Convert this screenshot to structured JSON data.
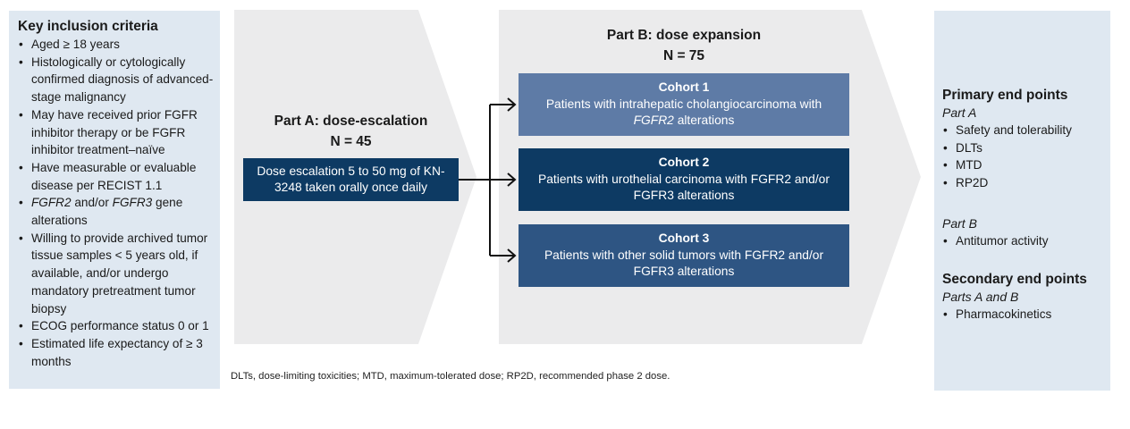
{
  "colors": {
    "panel_bg": "#dfe8f1",
    "chevron_bg": "#ebebec",
    "navy": "#0d3a63",
    "cohort1_bg": "#5e7ba6",
    "cohort3_bg": "#2e5583",
    "text": "#1a1a1a",
    "box_text": "#ffffff",
    "arrow": "#111111"
  },
  "left_panel": {
    "title": "Key inclusion criteria",
    "items": [
      [
        {
          "t": "Aged ≥ 18 years"
        }
      ],
      [
        {
          "t": "Histologically or cytologically confirmed diagnosis of advanced-stage malignancy"
        }
      ],
      [
        {
          "t": "May have received prior FGFR inhibitor therapy or be FGFR inhibitor treatment–naïve"
        }
      ],
      [
        {
          "t": "Have measurable or evaluable disease per RECIST 1.1"
        }
      ],
      [
        {
          "t": "FGFR2",
          "i": true
        },
        {
          "t": " and/or "
        },
        {
          "t": "FGFR3",
          "i": true
        },
        {
          "t": " gene alterations"
        }
      ],
      [
        {
          "t": "Willing to provide archived tumor tissue samples < 5 years old, if available, and/or undergo mandatory pretreatment tumor biopsy"
        }
      ],
      [
        {
          "t": "ECOG performance status 0 or 1"
        }
      ],
      [
        {
          "t": "Estimated life expectancy of ≥ 3 months"
        }
      ]
    ]
  },
  "part_a": {
    "title": "Part A: dose-escalation",
    "n": "N = 45",
    "box": [
      {
        "t": "Dose escalation 5 to 50 mg of KN-3248 taken orally once daily"
      }
    ]
  },
  "part_b": {
    "title": "Part B: dose expansion",
    "n": "N = 75",
    "cohorts": [
      {
        "title": "Cohort 1",
        "body": [
          {
            "t": "Patients with intrahepatic cholangiocarcinoma with "
          },
          {
            "t": "FGFR2",
            "i": true
          },
          {
            "t": " alterations"
          }
        ]
      },
      {
        "title": "Cohort 2",
        "body": [
          {
            "t": "Patients with urothelial carcinoma with FGFR2 and/or FGFR3 alterations"
          }
        ]
      },
      {
        "title": "Cohort 3",
        "body": [
          {
            "t": "Patients with other solid tumors with FGFR2 and/or FGFR3 alterations"
          }
        ]
      }
    ]
  },
  "right_panel": {
    "sections": [
      {
        "heading": "Primary end points",
        "sub": "Part A",
        "bullets": [
          "Safety and tolerability",
          "DLTs",
          "MTD",
          "RP2D"
        ]
      },
      {
        "sub": "Part B",
        "bullets": [
          "Antitumor activity"
        ]
      },
      {
        "heading": "Secondary end points",
        "sub": "Parts A and B",
        "bullets": [
          "Pharmacokinetics"
        ]
      }
    ]
  },
  "footnote": "DLTs, dose-limiting toxicities; MTD, maximum-tolerated dose; RP2D, recommended phase 2 dose."
}
